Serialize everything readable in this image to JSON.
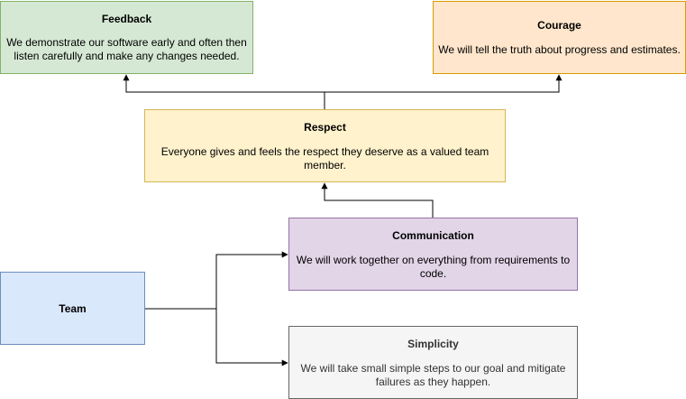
{
  "nodes": {
    "feedback": {
      "title": "Feedback",
      "text": "We demonstrate our software early and often then listen carefully and make any changes needed.",
      "fill": "#d5e8d4",
      "stroke": "#82b366"
    },
    "courage": {
      "title": "Courage",
      "text": "We will tell the truth about progress and estimates.",
      "fill": "#ffe6cc",
      "stroke": "#d79b00"
    },
    "respect": {
      "title": "Respect",
      "text": "Everyone gives and feels the respect they deserve as a valued team member.",
      "fill": "#fff2cc",
      "stroke": "#d6b656"
    },
    "communication": {
      "title": "Communication",
      "text": "We will work together on everything from requirements to code.",
      "fill": "#e1d5e7",
      "stroke": "#9673a6"
    },
    "team": {
      "title": "Team",
      "fill": "#dae8fc",
      "stroke": "#6c8ebf"
    },
    "simplicity": {
      "title": "Simplicity",
      "text": "We will take small simple steps to our goal and mitigate failures as they happen.",
      "fill": "#f5f5f5",
      "stroke": "#666666"
    }
  },
  "edges": [
    {
      "from": "team",
      "to": "communication"
    },
    {
      "from": "team",
      "to": "simplicity"
    },
    {
      "from": "communication",
      "to": "respect"
    },
    {
      "from": "respect",
      "to": "feedback"
    },
    {
      "from": "respect",
      "to": "courage"
    }
  ]
}
